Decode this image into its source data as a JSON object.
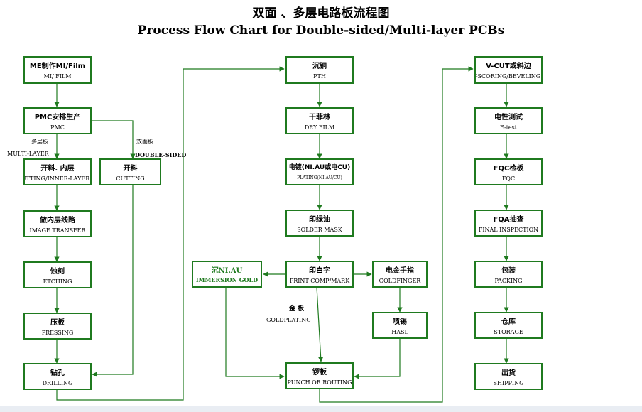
{
  "title_cn": "双面 、多层电路板流程图",
  "title_en": "Process Flow Chart for Double-sided/Multi-layer PCBs",
  "boxes": {
    "me": {
      "cn": "ME制作MI/Film",
      "en": "MI/ FILM"
    },
    "pmc": {
      "cn": "PMC安排生产",
      "en": "PMC"
    },
    "inner": {
      "cn": "开料. 内层",
      "en": "CUTTING/INNER-LAYER"
    },
    "cutting": {
      "cn": "开料",
      "en": "CUTTING"
    },
    "image": {
      "cn": "做内层线路",
      "en": "IMAGE TRANSFER"
    },
    "etching": {
      "cn": "蚀刻",
      "en": "ETCHING"
    },
    "pressing": {
      "cn": "压板",
      "en": "PRESSING"
    },
    "drilling": {
      "cn": "钻孔",
      "en": "DRILLING"
    },
    "pth": {
      "cn": "沉铜",
      "en": "PTH"
    },
    "dryfilm": {
      "cn": "干菲林",
      "en": "DRY FILM"
    },
    "plating": {
      "cn": "电镀(NI.AU或电CU)",
      "en": "PLATING(NI.AU/CU)"
    },
    "soldermask": {
      "cn": "印绿油",
      "en": "SOLDER MASK"
    },
    "print": {
      "cn": "印白字",
      "en": "PRINT COMP/MARK"
    },
    "immersion": {
      "cn": "沉NI.AU",
      "en": "IMMERSION GOLD"
    },
    "goldfinger": {
      "cn": "电金手指",
      "en": "GOLDFINGER"
    },
    "hasl": {
      "cn": "喷锡",
      "en": "HASL"
    },
    "punch": {
      "cn": "锣板",
      "en": "PUNCH OR ROUTING"
    },
    "vcut": {
      "cn": "V-CUT或斜边",
      "en": "V-SCORING/BEVELING"
    },
    "etest": {
      "cn": "电性测试",
      "en": "E-test"
    },
    "fqc": {
      "cn": "FQC检板",
      "en": "FQC"
    },
    "fqa": {
      "cn": "FQA抽查",
      "en": "FINAL INSPECTION"
    },
    "packing": {
      "cn": "包装",
      "en": "PACKING"
    },
    "storage": {
      "cn": "仓库",
      "en": "STORAGE"
    },
    "shipping": {
      "cn": "出货",
      "en": "SHIPPING"
    }
  },
  "labels": {
    "multi_cn": "多层板",
    "multi_en": "MULTI-LAYER",
    "double_cn": "双面板",
    "double_en": "DOUBLE-SIDED",
    "gold_cn": "金  板",
    "gold_en": "GOLDPLATING"
  },
  "colors": {
    "line": "#1f7a1f",
    "text": "#000000"
  }
}
